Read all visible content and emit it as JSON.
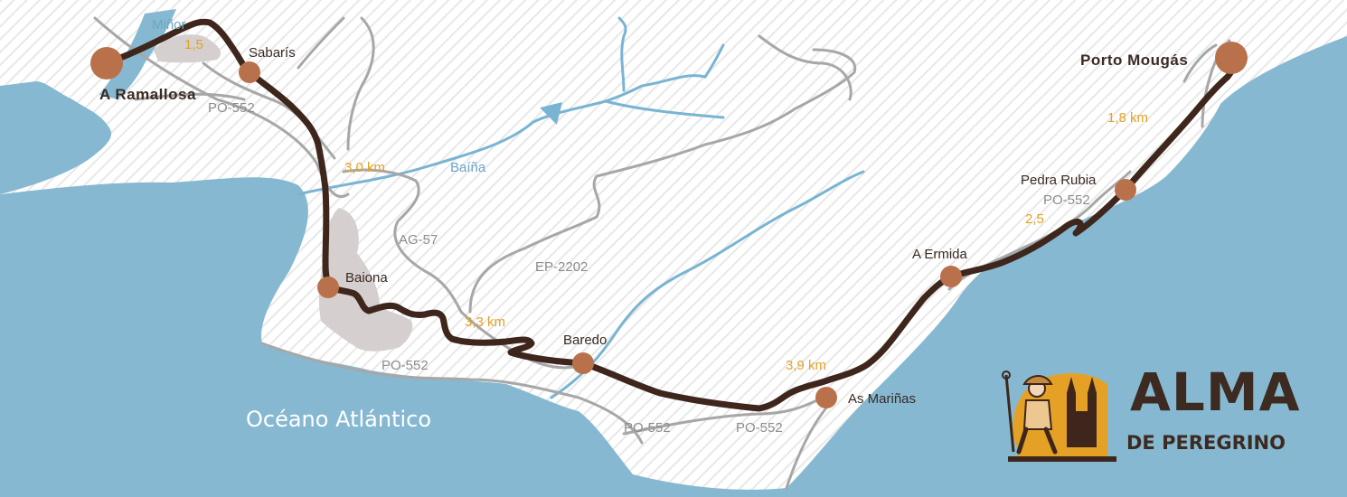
{
  "colors": {
    "sea": "#86b9d1",
    "land": "#ffffff",
    "hatch": "#e8e8e8",
    "urban": "#d6cfcf",
    "road": "#a7a7a7",
    "river": "#79b4d2",
    "route": "#3e261c",
    "stop": "#b9714b",
    "distance": "#e5a126"
  },
  "places": {
    "a_ramallosa": "A Ramallosa",
    "sabaris": "Sabarís",
    "baiona": "Baiona",
    "baredo": "Baredo",
    "as_marinas": "As Mariñas",
    "a_ermida": "A Ermida",
    "pedra_rubia": "Pedra Rubia",
    "porto_mougas": "Porto Mougás"
  },
  "roads": {
    "po552_a": "PO-552",
    "po552_b": "PO-552",
    "po552_c": "PO-552",
    "po552_d": "PO-552",
    "po552_e": "PO-552",
    "ag57": "AG-57",
    "ep2202": "EP-2202"
  },
  "rivers": {
    "minor": "Miñor",
    "baina": "Baíña"
  },
  "distances": {
    "d1": "1,5",
    "d2": "3,0 km",
    "d3": "3,3 km",
    "d4": "3,9 km",
    "d5": "2,5",
    "d6": "1,8 km"
  },
  "ocean": "Océano Atlántico",
  "brand": {
    "line1": "ALMA",
    "line2": "DE PEREGRINO",
    "logo_icon": "pilgrim-cathedral-logo"
  }
}
